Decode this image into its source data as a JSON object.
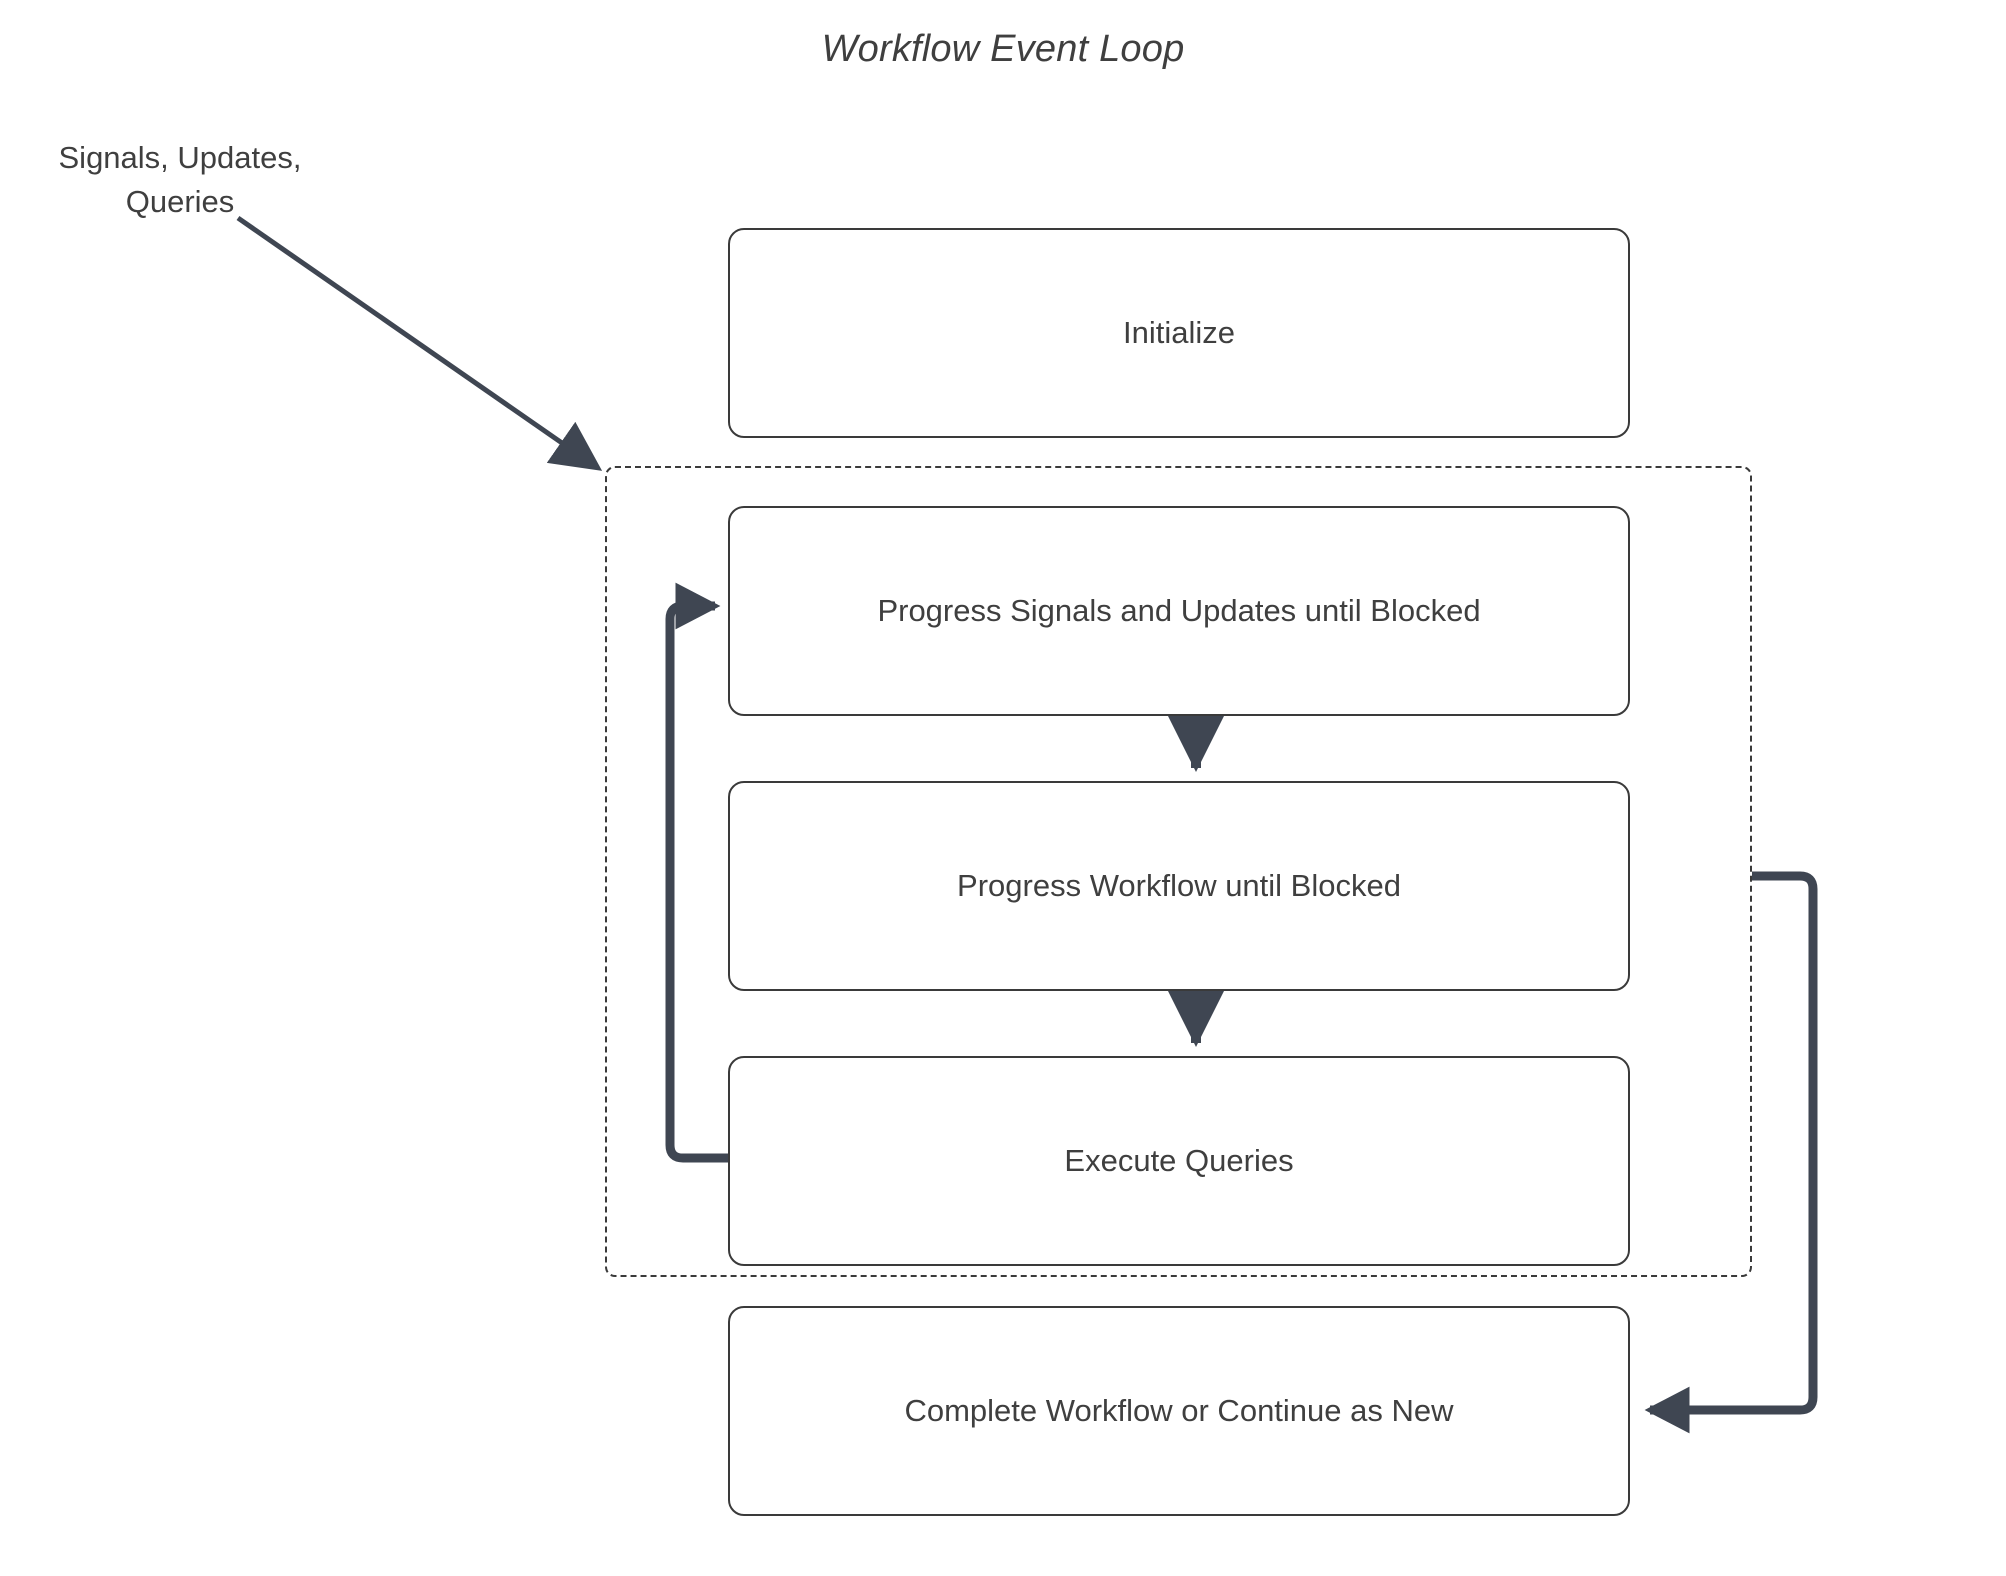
{
  "title": "Workflow Event Loop",
  "external_label": {
    "line1": "Signals, Updates,",
    "line2": "Queries"
  },
  "nodes": [
    {
      "id": "initialize",
      "label": "Initialize"
    },
    {
      "id": "progress-signals",
      "label": "Progress Signals and Updates until Blocked"
    },
    {
      "id": "progress-workflow",
      "label": "Progress Workflow until Blocked"
    },
    {
      "id": "execute-queries",
      "label": "Execute Queries"
    },
    {
      "id": "complete-workflow",
      "label": "Complete Workflow or Continue as New"
    }
  ],
  "loop_group": {
    "style": "dashed",
    "contains": [
      "progress-signals",
      "progress-workflow",
      "execute-queries"
    ]
  },
  "edges": [
    {
      "from": "external-input",
      "to": "loop-group",
      "style": "thin-arrow"
    },
    {
      "from": "progress-signals",
      "to": "progress-workflow",
      "style": "thin-arrow"
    },
    {
      "from": "progress-workflow",
      "to": "execute-queries",
      "style": "thin-arrow"
    },
    {
      "from": "execute-queries",
      "to": "progress-signals",
      "style": "thick-loopback"
    },
    {
      "from": "loop-group",
      "to": "complete-workflow",
      "style": "thick-exit"
    }
  ],
  "colors": {
    "stroke": "#3a3a3a",
    "connector": "#3f4652",
    "text": "#3f3f3f",
    "background": "#ffffff"
  }
}
